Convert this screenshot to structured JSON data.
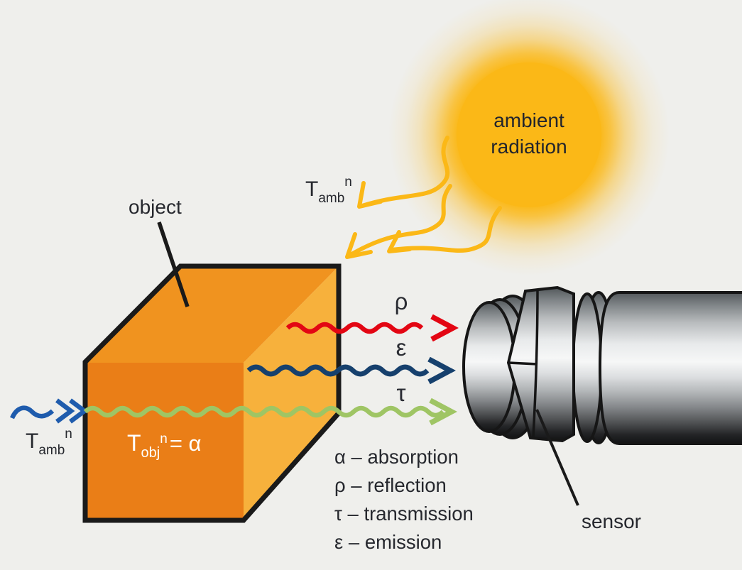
{
  "colors": {
    "background": "#efefec",
    "outline": "#1a1a1a"
  },
  "sun": {
    "color": "#fbb817",
    "label_line1": "ambient",
    "label_line2": "radiation"
  },
  "cube": {
    "label": "object",
    "top": "#f0931f",
    "front": "#ea7e17",
    "right": "#f7b13c"
  },
  "formula": {
    "t": "T",
    "sub": "obj",
    "sup": "n",
    "eq": "= α"
  },
  "t_ambient": {
    "t": "T",
    "sub": "amb",
    "sup": "n"
  },
  "rays": {
    "ambient": {
      "color": "#fbb817"
    },
    "incoming": {
      "color": "#1f5cad"
    },
    "reflection": {
      "symbol": "ρ",
      "color": "#e30613"
    },
    "emission": {
      "symbol": "ε",
      "color": "#16406d"
    },
    "transmission": {
      "symbol": "τ",
      "color": "#9fc564"
    }
  },
  "legend": {
    "items": [
      "α – absorption",
      "ρ – reflection",
      "τ – transmission",
      "ε – emission"
    ]
  },
  "sensor": {
    "label": "sensor"
  }
}
